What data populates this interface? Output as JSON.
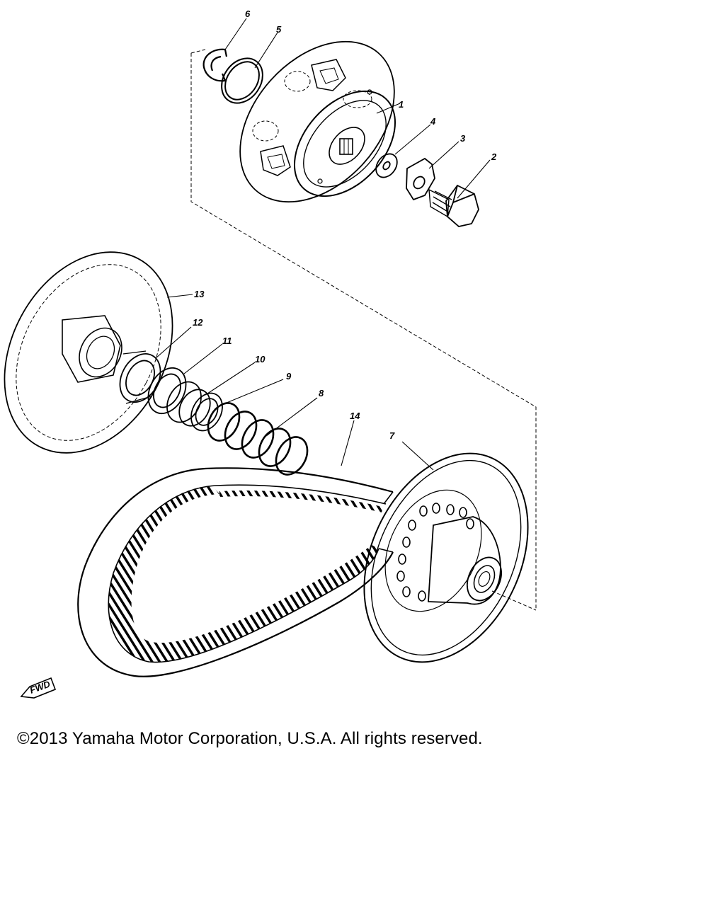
{
  "diagram": {
    "callouts": [
      "1",
      "2",
      "3",
      "4",
      "5",
      "6",
      "7",
      "8",
      "9",
      "10",
      "11",
      "12",
      "13",
      "14"
    ],
    "direction_marker": "FWD"
  },
  "footer": {
    "copyright": "©2013 Yamaha Motor Corporation, U.S.A. All rights reserved."
  }
}
